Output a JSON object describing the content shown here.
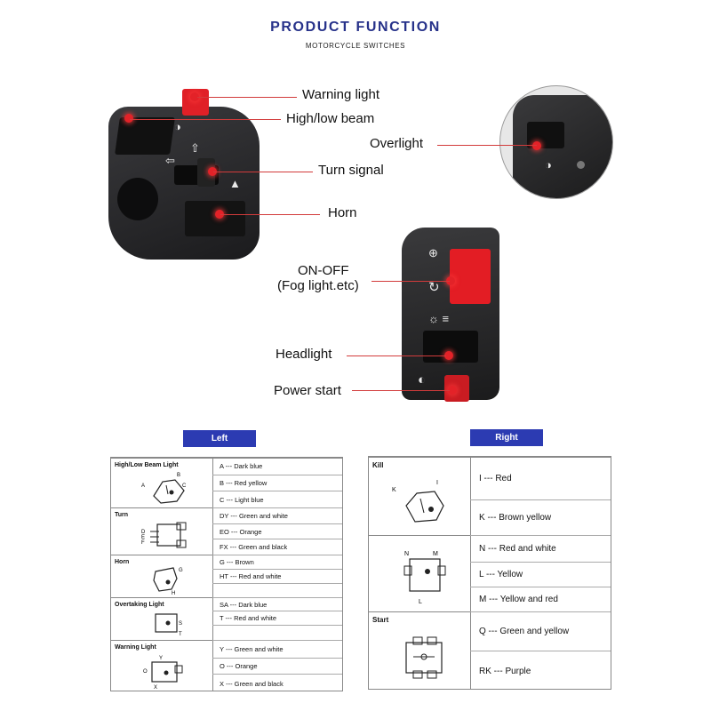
{
  "header": {
    "title": "PRODUCT FUNCTION",
    "subtitle": "MOTORCYCLE SWITCHES"
  },
  "callouts": {
    "warning_light": "Warning light",
    "high_low_beam": "High/low beam",
    "overlight": "Overlight",
    "turn_signal": "Turn signal",
    "horn": "Horn",
    "on_off_1": "ON-OFF",
    "on_off_2": "(Fog light.etc)",
    "headlight": "Headlight",
    "power_start": "Power start"
  },
  "tables": {
    "left_label": "Left",
    "right_label": "Right",
    "left": {
      "sections": [
        {
          "name": "High/Low Beam Light",
          "letters": [
            "A",
            "B",
            "C"
          ],
          "rows": [
            "A --- Dark blue",
            "B --- Red yellow",
            "C --- Light blue"
          ]
        },
        {
          "name": "Turn",
          "letters": [
            "D",
            "E",
            "F"
          ],
          "rows": [
            "DY --- Green and white",
            "EO --- Orange",
            "FX --- Green and black"
          ]
        },
        {
          "name": "Horn",
          "letters": [
            "G",
            "H"
          ],
          "rows": [
            "G --- Brown",
            "HT --- Red and white"
          ]
        },
        {
          "name": "Overtaking Light",
          "letters": [
            "S",
            "T"
          ],
          "rows": [
            "SA --- Dark blue",
            "T --- Red and white",
            ""
          ]
        },
        {
          "name": "Warning Light",
          "letters": [
            "Y",
            "O",
            "X"
          ],
          "rows": [
            "Y --- Green and white",
            "O --- Orange",
            "X --- Green and black"
          ]
        }
      ]
    },
    "right": {
      "sections": [
        {
          "name": "Kill",
          "letters": [
            "K",
            "I"
          ],
          "rows": [
            "I --- Red",
            "K --- Brown yellow"
          ]
        },
        {
          "name": "",
          "letters": [
            "N",
            "M",
            "L"
          ],
          "rows": [
            "N --- Red and white",
            "L --- Yellow",
            "M --- Yellow and red"
          ]
        },
        {
          "name": "Start",
          "letters": [],
          "rows": [
            "Q --- Green and yellow",
            "RK --- Purple"
          ]
        }
      ]
    }
  },
  "colors": {
    "title": "#27328a",
    "tab": "#2c3bb2",
    "accent_red": "#e32228",
    "leader": "#d23b3b"
  },
  "icons": [
    "hazard-icon",
    "headlight-beam-icon",
    "turn-arrow-left-icon",
    "turn-arrow-right-icon",
    "horn-icon",
    "power-icon",
    "engine-start-icon"
  ]
}
